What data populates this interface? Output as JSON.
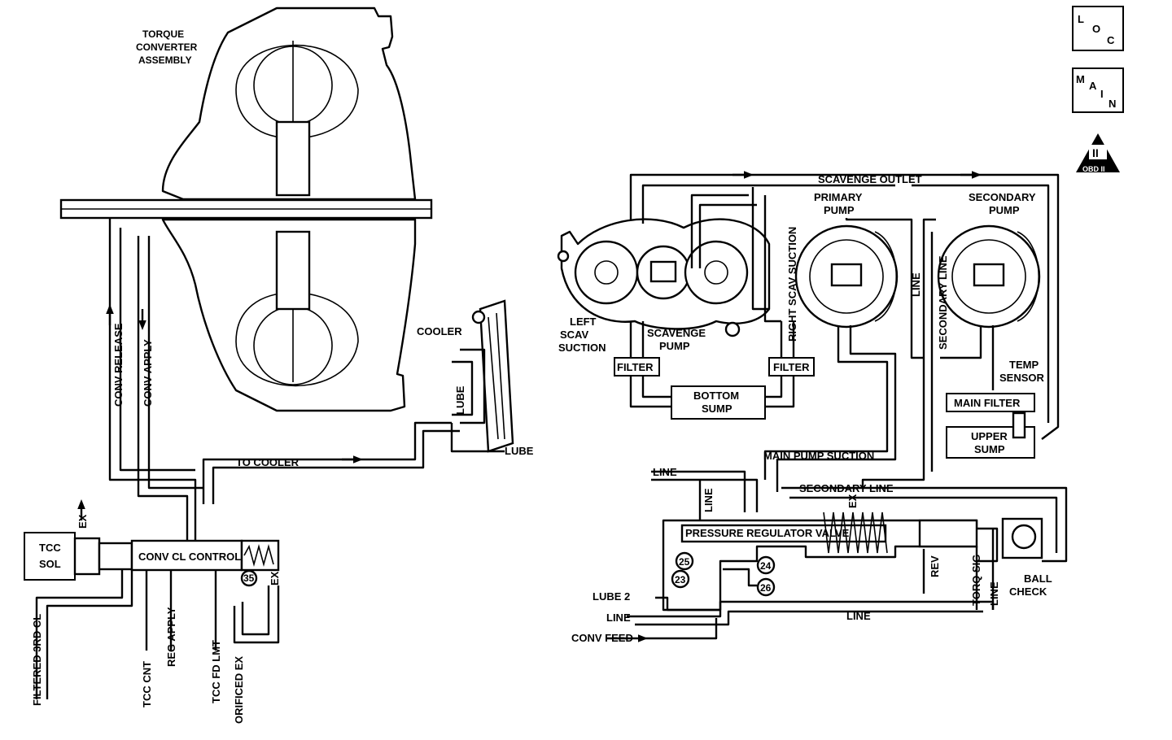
{
  "badges": {
    "loc": {
      "letters": [
        "L",
        "O",
        "C"
      ]
    },
    "main": {
      "letters": [
        "M",
        "A",
        "I",
        "N"
      ]
    },
    "obd": {
      "symbol": "II",
      "label": "OBD II"
    }
  },
  "torque_converter": {
    "title_lines": [
      "TORQUE",
      "CONVERTER",
      "ASSEMBLY"
    ],
    "conv_release": "CONV RELEASE",
    "conv_apply": "CONV APPLY"
  },
  "cooler": {
    "label": "COOLER",
    "lube_vertical": "LUBE",
    "lube_out": "LUBE",
    "to_cooler": "TO COOLER"
  },
  "tcc": {
    "sol_lines": [
      "TCC",
      "SOL"
    ],
    "ex_top": "EX",
    "valve_label": "CONV CL CONTROL",
    "ex_right": "EX",
    "circle_35": "35",
    "ports": [
      "FILTERED 3RD CL",
      "TCC CNT",
      "REG APPLY",
      "TCC FD LMT",
      "ORIFICED EX"
    ]
  },
  "pumps": {
    "scavenge_outlet": "SCAVENGE OUTLET",
    "primary_lines": [
      "PRIMARY",
      "PUMP"
    ],
    "secondary_lines": [
      "SECONDARY",
      "PUMP"
    ],
    "left_scav_lines": [
      "LEFT",
      "SCAV",
      "SUCTION"
    ],
    "scavenge_pump_lines": [
      "SCAVENGE",
      "PUMP"
    ],
    "right_scav_suction": "RIGHT SCAV SUCTION",
    "line_vertical": "LINE",
    "secondary_line_vertical": "SECONDARY LINE",
    "filter_left": "FILTER",
    "filter_right": "FILTER",
    "bottom_sump_lines": [
      "BOTTOM",
      "SUMP"
    ],
    "temp_sensor_lines": [
      "TEMP",
      "SENSOR"
    ],
    "main_filter": "MAIN FILTER",
    "upper_sump_lines": [
      "UPPER",
      "SUMP"
    ],
    "main_pump_suction": "MAIN PUMP SUCTION"
  },
  "regulator": {
    "line_left": "LINE",
    "line_vertical": "LINE",
    "secondary_line": "SECONDARY LINE",
    "ex": "EX",
    "valve_label": "PRESSURE REGULATOR VALVE",
    "circle_25": "25",
    "circle_23": "23",
    "circle_24": "24",
    "circle_26": "26",
    "rev": "REV",
    "torq_sig": "TORQ SIG",
    "line_right_vertical": "LINE",
    "ball_check_lines": [
      "BALL",
      "CHECK"
    ],
    "lube2": "LUBE 2",
    "line_bottom_left": "LINE",
    "line_bottom_mid": "LINE",
    "conv_feed": "CONV FEED"
  }
}
